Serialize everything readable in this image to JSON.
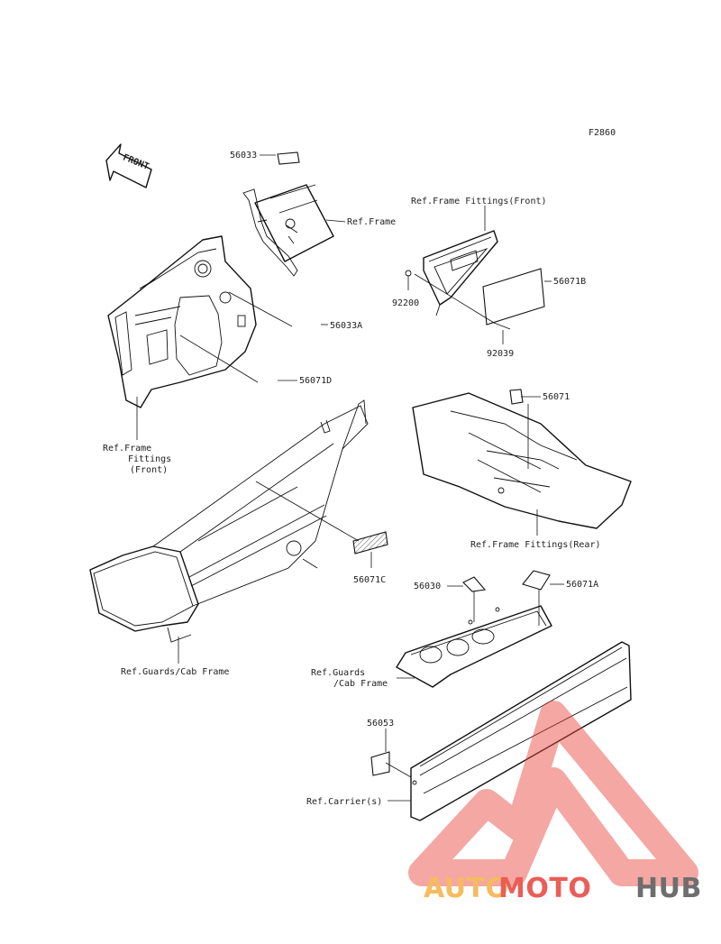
{
  "figure_code": "F2860",
  "front_arrow": "FRONT",
  "labels": {
    "p56033": "56033",
    "ref_frame": "Ref.Frame",
    "ref_frame_fittings_front_top": "Ref.Frame Fittings(Front)",
    "p56071b": "56071B",
    "p92200": "92200",
    "p92039": "92039",
    "p56033a": "56033A",
    "p56071d": "56071D",
    "ref_ff_front_1": "Ref.Frame",
    "ref_ff_front_2": "Fittings",
    "ref_ff_front_3": "(Front)",
    "p56071": "56071",
    "ref_frame_fittings_rear": "Ref.Frame Fittings(Rear)",
    "p56071c": "56071C",
    "p56030": "56030",
    "p56071a": "56071A",
    "ref_guards_cab_left": "Ref.Guards/Cab Frame",
    "ref_guards_1": "Ref.Guards",
    "ref_guards_2": "/Cab Frame",
    "p56053": "56053",
    "ref_carrier": "Ref.Carrier(s)"
  },
  "watermark": {
    "part1": "AUTO",
    "part2": "MOTO",
    "part3": "HUB",
    "color1": "#f5b042",
    "color2": "#e8413a",
    "color3": "#555555",
    "logo_color": "#e8413a"
  }
}
